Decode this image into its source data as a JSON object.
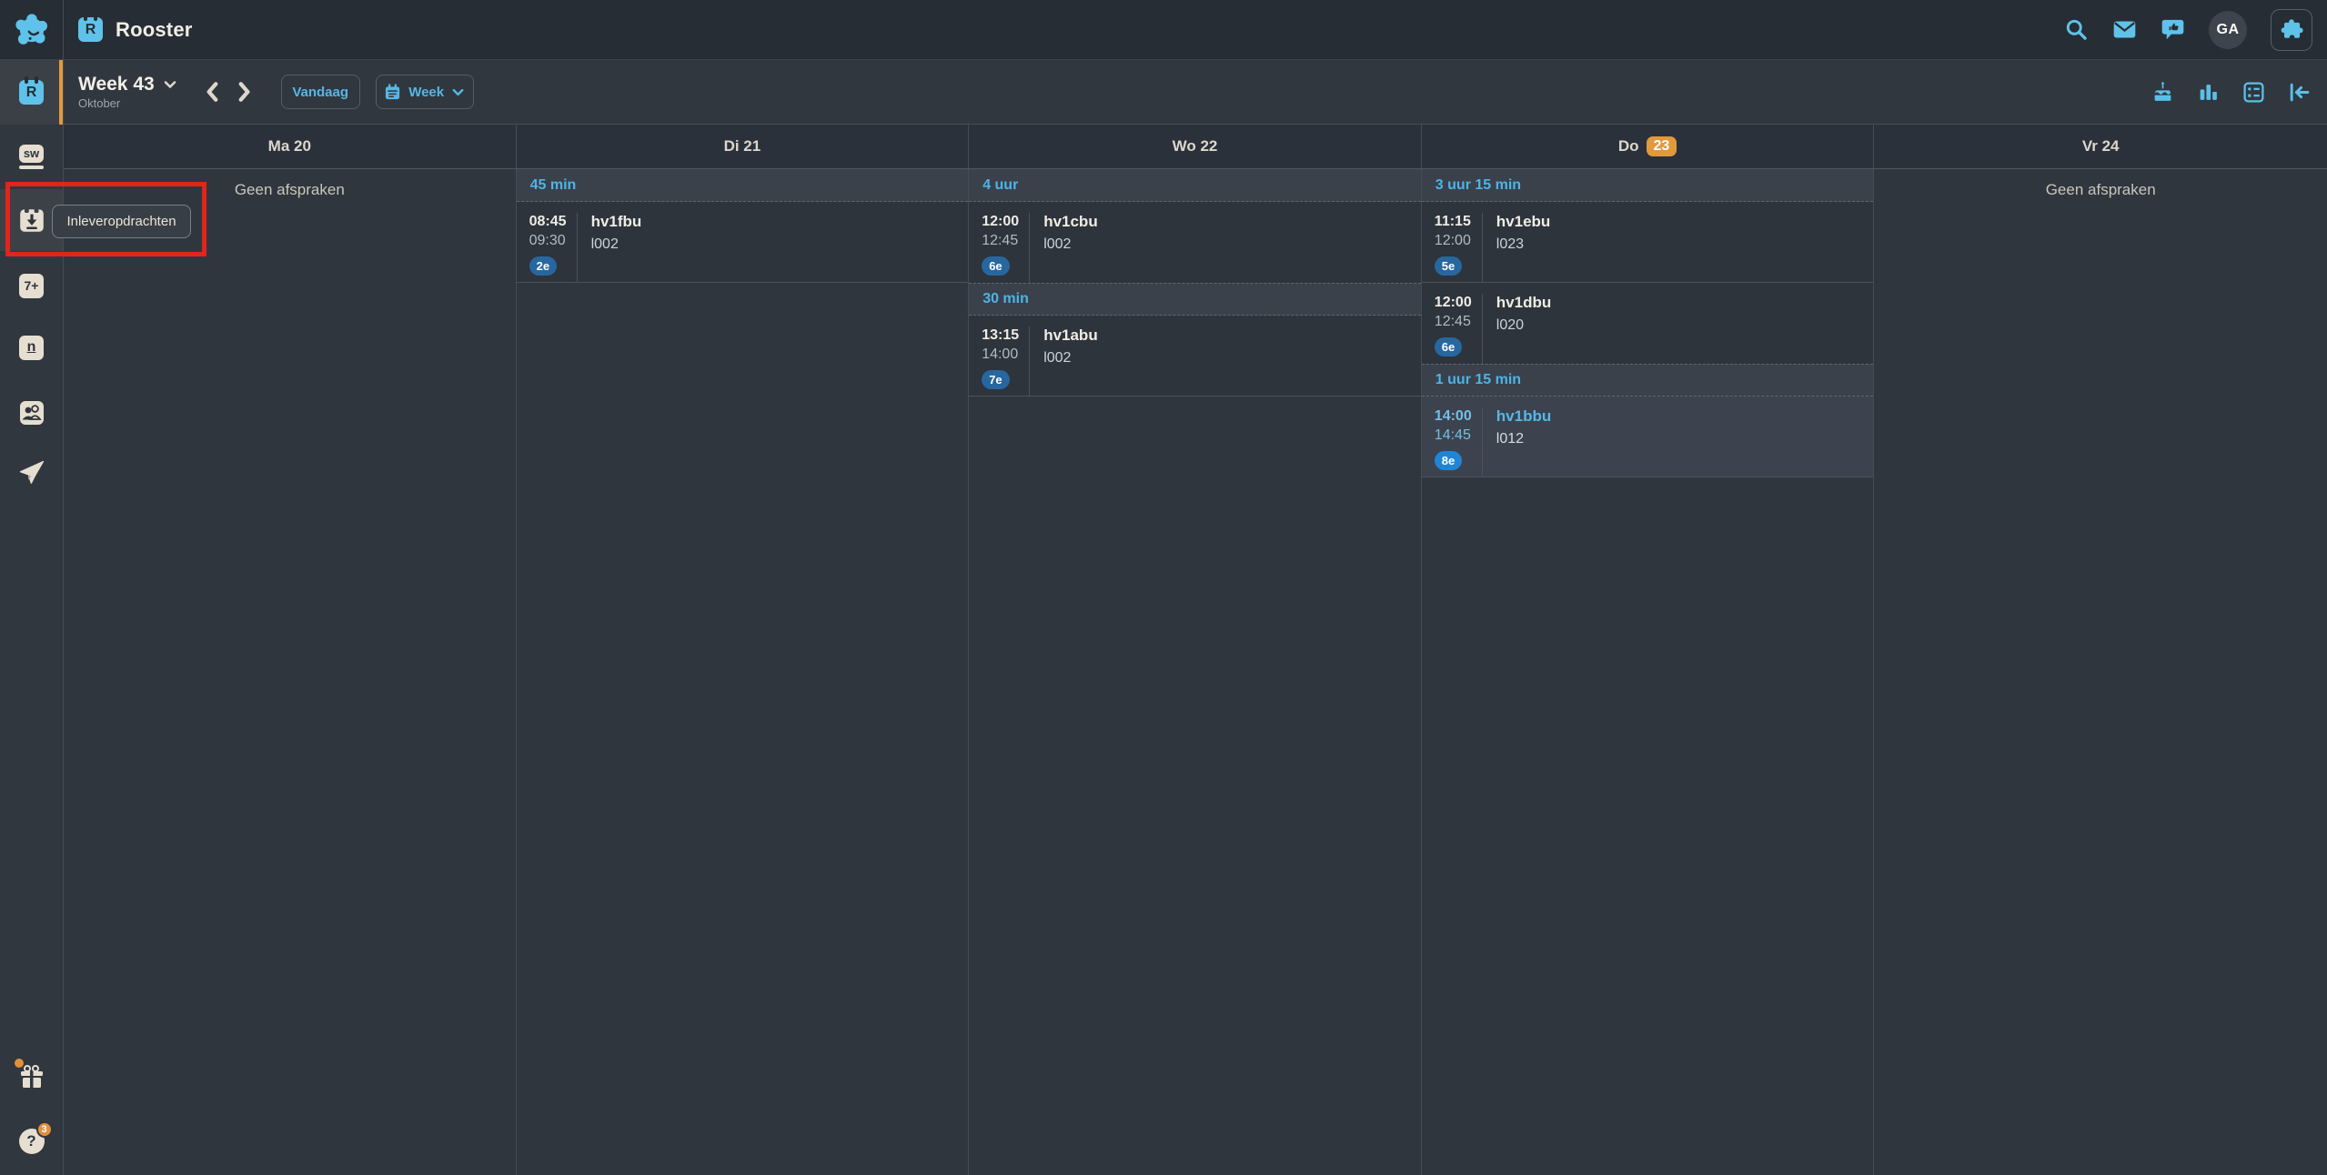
{
  "topbar": {
    "title": "Rooster",
    "avatar_initials": "GA"
  },
  "weekbar": {
    "week_label": "Week 43",
    "month_label": "Oktober",
    "today_button_label": "Vandaag",
    "view_dropdown_label": "Week"
  },
  "sidebar": {
    "tooltip_text": "Inleveropdrachten",
    "help_badge_count": "3",
    "items": [
      {
        "id": "rooster",
        "glyph": "R",
        "active": true
      },
      {
        "id": "studiewijzer",
        "glyph": "sw"
      },
      {
        "id": "inleveropdrachten",
        "glyph": ""
      },
      {
        "id": "cijfers",
        "glyph": "7+"
      },
      {
        "id": "nieuws",
        "glyph": "n"
      },
      {
        "id": "leerlingen",
        "glyph": ""
      },
      {
        "id": "berichten",
        "glyph": ""
      },
      {
        "id": "cadeau",
        "glyph": ""
      },
      {
        "id": "help",
        "glyph": "?"
      }
    ]
  },
  "calendar": {
    "days": [
      {
        "label": "Ma",
        "number": "20",
        "today": false,
        "blocks": [
          {
            "type": "empty",
            "text": "Geen afspraken"
          }
        ]
      },
      {
        "label": "Di",
        "number": "21",
        "today": false,
        "blocks": [
          {
            "type": "gap",
            "duration": "45 min"
          },
          {
            "type": "event",
            "start": "08:45",
            "end": "09:30",
            "period": "2e",
            "course": "hv1fbu",
            "room": "l002",
            "selected": false
          }
        ]
      },
      {
        "label": "Wo",
        "number": "22",
        "today": false,
        "blocks": [
          {
            "type": "gap",
            "duration": "4 uur"
          },
          {
            "type": "event",
            "start": "12:00",
            "end": "12:45",
            "period": "6e",
            "course": "hv1cbu",
            "room": "l002",
            "selected": false
          },
          {
            "type": "gap",
            "duration": "30 min"
          },
          {
            "type": "event",
            "start": "13:15",
            "end": "14:00",
            "period": "7e",
            "course": "hv1abu",
            "room": "l002",
            "selected": false
          }
        ]
      },
      {
        "label": "Do",
        "number": "23",
        "today": true,
        "blocks": [
          {
            "type": "gap",
            "duration": "3 uur 15 min"
          },
          {
            "type": "event",
            "start": "11:15",
            "end": "12:00",
            "period": "5e",
            "course": "hv1ebu",
            "room": "l023",
            "selected": false
          },
          {
            "type": "event",
            "start": "12:00",
            "end": "12:45",
            "period": "6e",
            "course": "hv1dbu",
            "room": "l020",
            "selected": false
          },
          {
            "type": "gap",
            "duration": "1 uur 15 min"
          },
          {
            "type": "event",
            "start": "14:00",
            "end": "14:45",
            "period": "8e",
            "course": "hv1bbu",
            "room": "l012",
            "selected": true
          }
        ]
      },
      {
        "label": "Vr",
        "number": "24",
        "today": false,
        "blocks": [
          {
            "type": "empty",
            "text": "Geen afspraken"
          }
        ]
      }
    ]
  },
  "colors": {
    "accent_blue": "#55b7e5",
    "orange": "#e2993c",
    "badge_blue": "#27679f",
    "selected_badge_blue": "#2085d6",
    "annotation_red": "#e1251b",
    "cream": "#e6dfd1"
  }
}
